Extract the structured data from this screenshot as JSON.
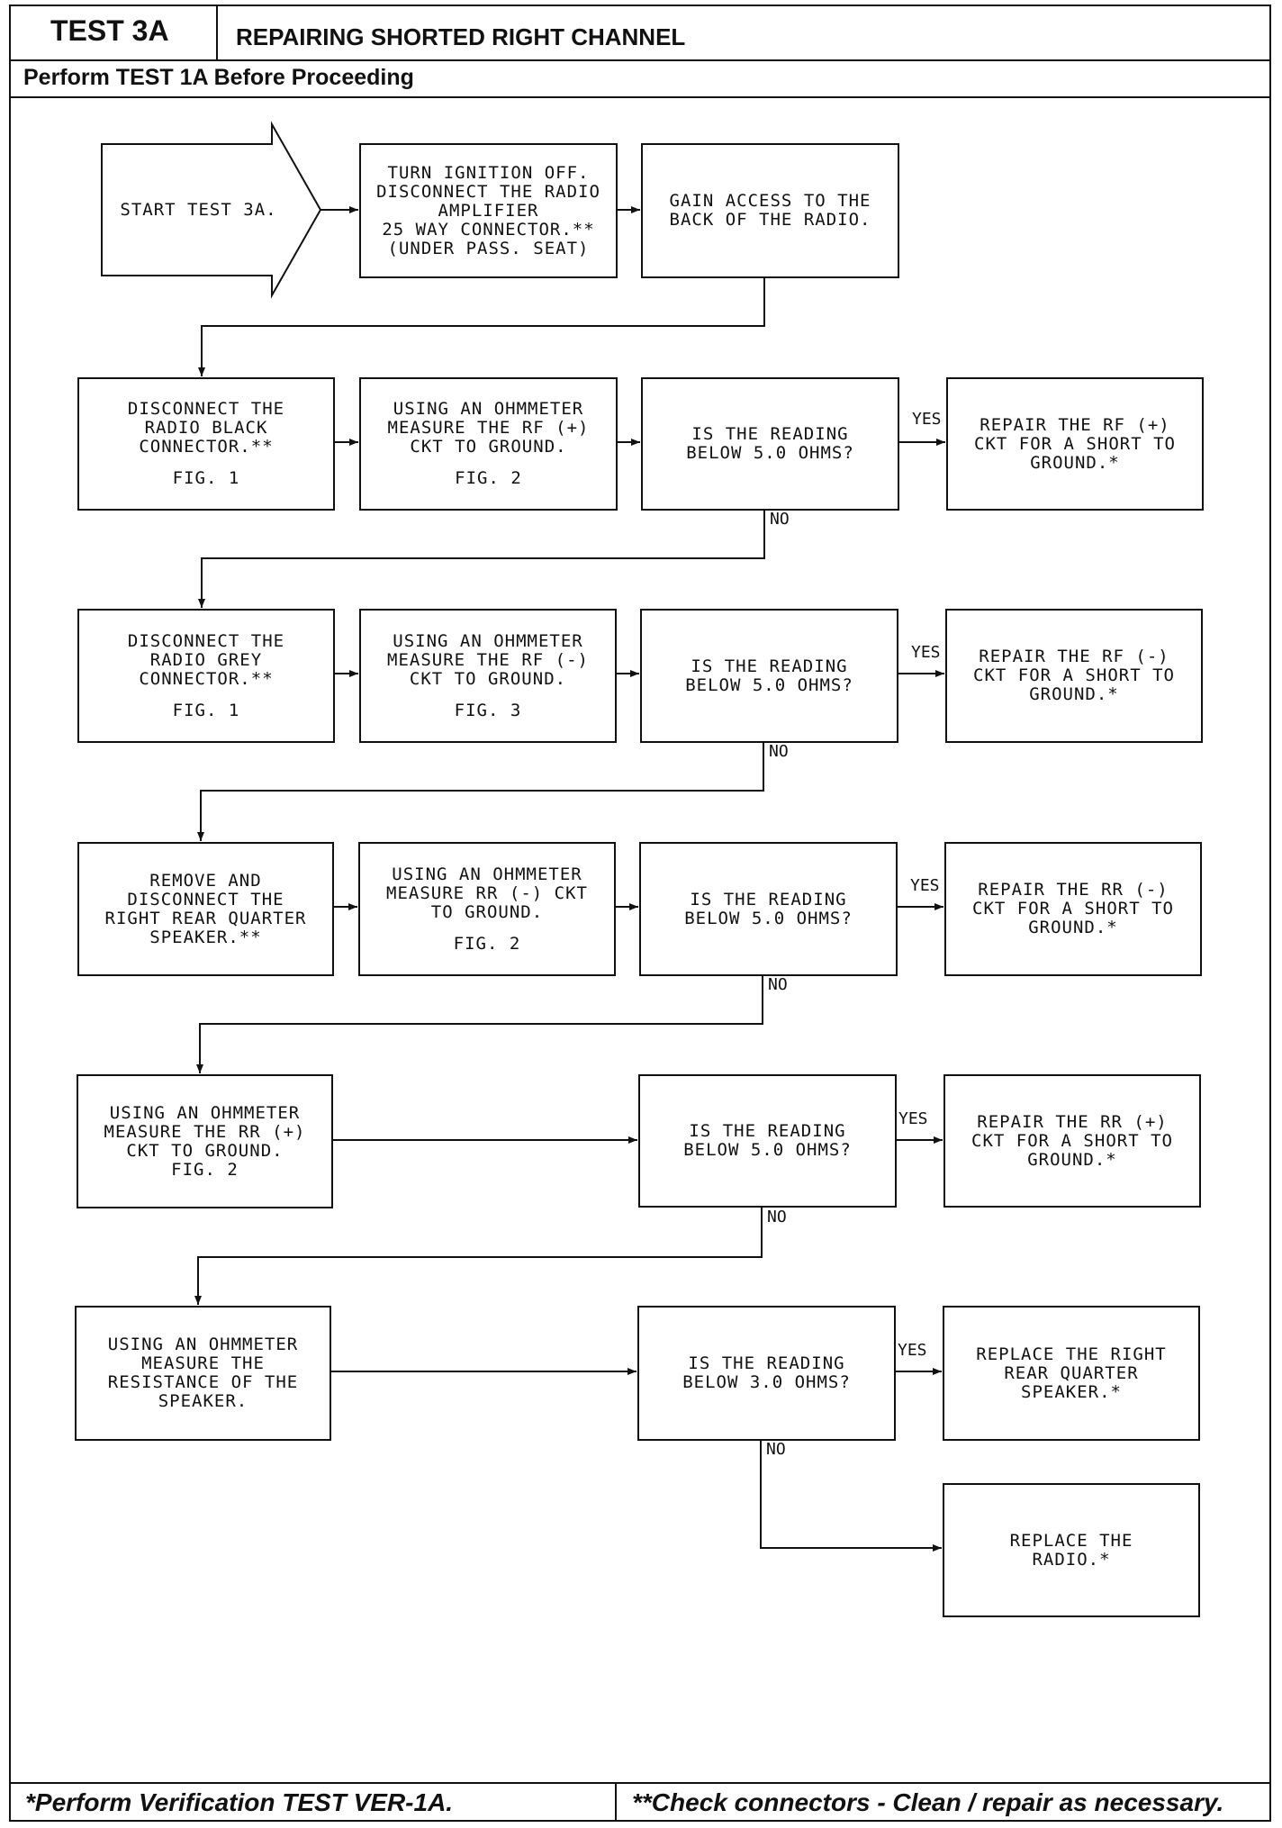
{
  "header": {
    "test_id": "TEST 3A",
    "title": "REPAIRING SHORTED RIGHT CHANNEL",
    "subtitle": "Perform TEST 1A Before Proceeding"
  },
  "footer": {
    "left": "*Perform Verification TEST VER-1A.",
    "right": "**Check connectors - Clean / repair as necessary."
  },
  "steps": {
    "start": [
      "START TEST 3A."
    ],
    "turn_off": [
      "TURN IGNITION OFF.",
      "DISCONNECT THE RADIO",
      "AMPLIFIER",
      "25 WAY CONNECTOR.**",
      "(UNDER PASS. SEAT)"
    ],
    "gain_access": [
      "GAIN ACCESS TO THE",
      "BACK OF THE RADIO."
    ],
    "disc_black": [
      "DISCONNECT THE",
      "RADIO BLACK",
      "CONNECTOR.**"
    ],
    "disc_black_fig": "FIG. 1",
    "meas_rf_pos": [
      "USING AN OHMMETER",
      "MEASURE THE RF (+)",
      "CKT TO GROUND."
    ],
    "meas_rf_pos_fig": "FIG. 2",
    "q1": [
      "IS THE READING",
      "BELOW 5.0 OHMS?"
    ],
    "repair_rf_pos": [
      "REPAIR THE RF (+)",
      "CKT FOR A SHORT TO",
      "GROUND.*"
    ],
    "disc_grey": [
      "DISCONNECT THE",
      "RADIO GREY",
      "CONNECTOR.**"
    ],
    "disc_grey_fig": "FIG. 1",
    "meas_rf_neg": [
      "USING AN OHMMETER",
      "MEASURE THE RF (-)",
      "CKT TO GROUND."
    ],
    "meas_rf_neg_fig": "FIG. 3",
    "q2": [
      "IS THE READING",
      "BELOW 5.0 OHMS?"
    ],
    "repair_rf_neg": [
      "REPAIR THE RF (-)",
      "CKT FOR A SHORT TO",
      "GROUND.*"
    ],
    "remove_speaker": [
      "REMOVE AND",
      "DISCONNECT THE",
      "RIGHT REAR QUARTER",
      "SPEAKER.**"
    ],
    "meas_rr_neg": [
      "USING AN OHMMETER",
      "MEASURE RR (-) CKT",
      "TO GROUND."
    ],
    "meas_rr_neg_fig": "FIG. 2",
    "q3": [
      "IS THE READING",
      "BELOW 5.0 OHMS?"
    ],
    "repair_rr_neg": [
      "REPAIR THE RR (-)",
      "CKT FOR A SHORT TO",
      "GROUND.*"
    ],
    "meas_rr_pos": [
      "USING AN OHMMETER",
      "MEASURE THE RR (+)",
      "CKT TO GROUND.",
      "FIG. 2"
    ],
    "q4": [
      "IS THE READING",
      "BELOW 5.0 OHMS?"
    ],
    "repair_rr_pos": [
      "REPAIR THE RR (+)",
      "CKT FOR A SHORT TO",
      "GROUND.*"
    ],
    "meas_speaker": [
      "USING AN OHMMETER",
      "MEASURE THE",
      "RESISTANCE OF THE",
      "SPEAKER."
    ],
    "q5": [
      "IS THE READING",
      "BELOW 3.0 OHMS?"
    ],
    "replace_speaker": [
      "REPLACE THE RIGHT",
      "REAR QUARTER",
      "SPEAKER.*"
    ],
    "replace_radio": [
      "REPLACE THE",
      "RADIO.*"
    ]
  },
  "labels": {
    "yes": "YES",
    "no": "NO"
  }
}
